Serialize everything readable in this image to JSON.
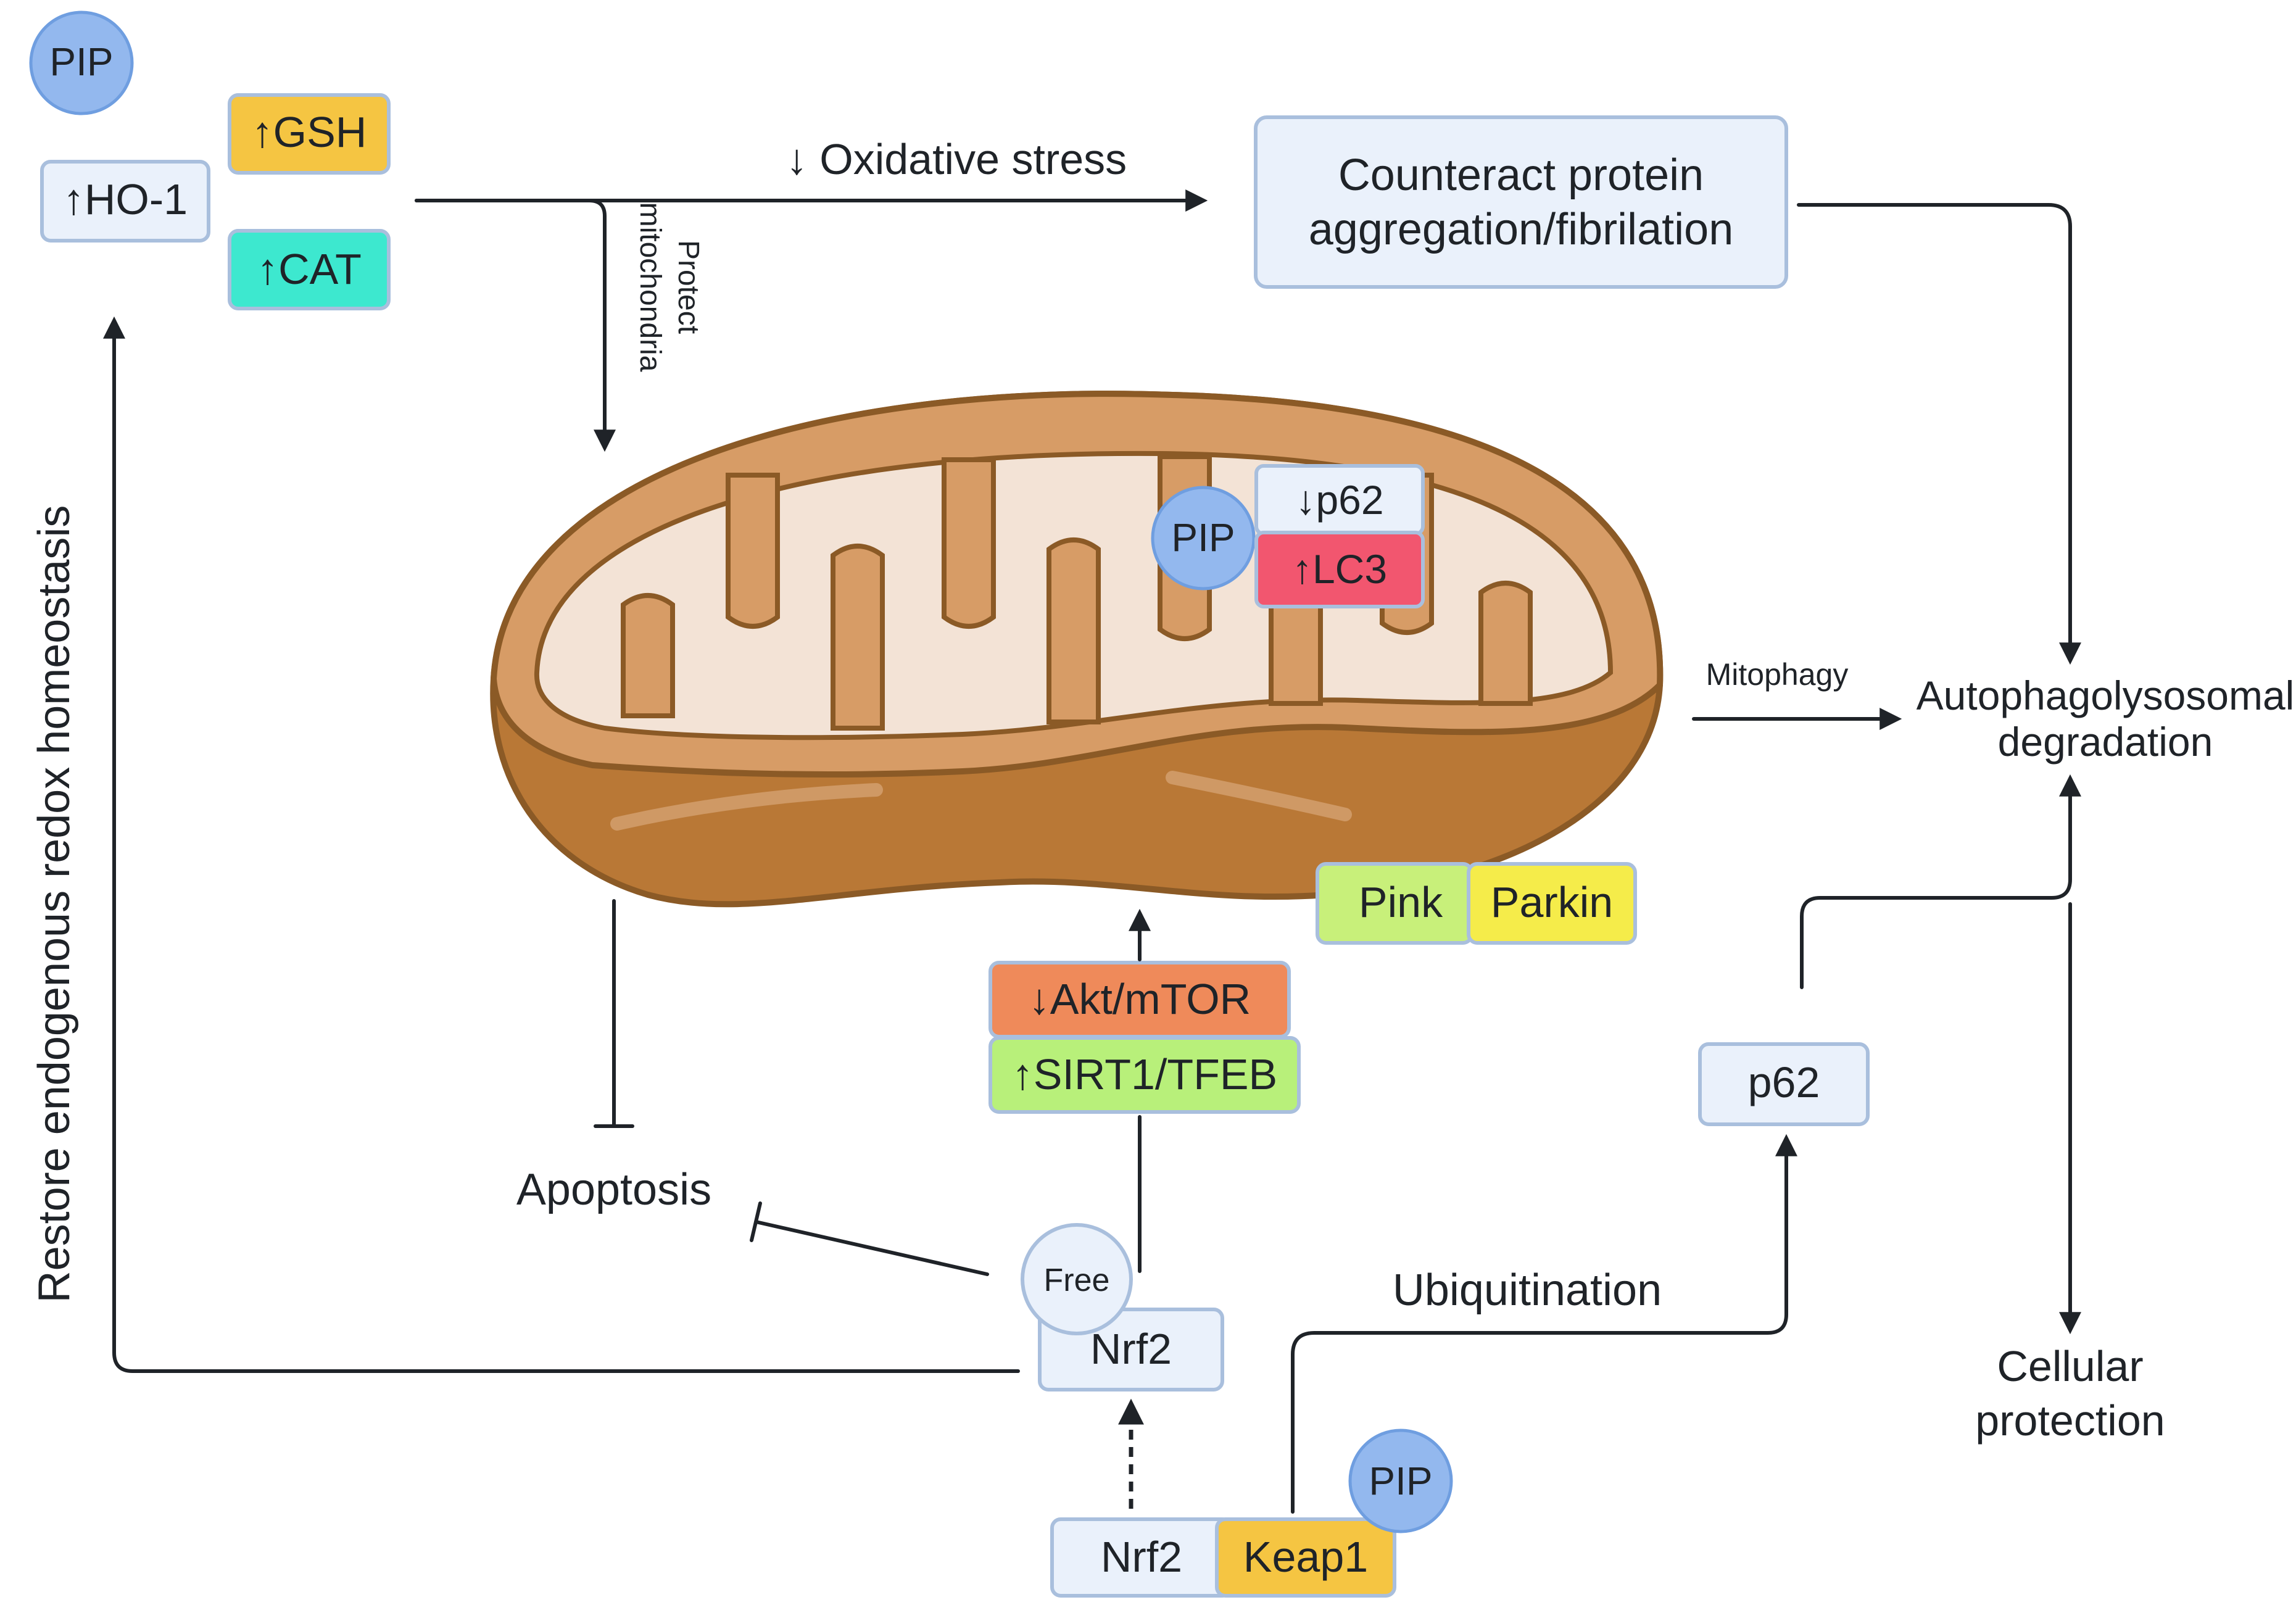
{
  "labels": {
    "pip": "PIP",
    "up_gsh": "↑GSH",
    "up_ho1": "↑HO-1",
    "up_cat": "↑CAT",
    "oxidative_stress": "↓ Oxidative stress",
    "counteract_line1": "Counteract protein",
    "counteract_line2": "aggregation/fibrilation",
    "protect_line1": "Protect",
    "protect_line2": "mitochondria",
    "restore_redox": "Restore endogenous redox homeostasis",
    "down_p62": "↓p62",
    "up_lc3": "↑LC3",
    "mitophagy": "Mitophagy",
    "autophago_line1": "Autophagolysosomal",
    "autophago_line2": "degradation",
    "pink": "Pink",
    "parkin": "Parkin",
    "down_akt_mtor": "↓Akt/mTOR",
    "up_sirt1_tfeb": "↑SIRT1/TFEB",
    "p62": "p62",
    "apoptosis": "Apoptosis",
    "free": "Free",
    "nrf2": "Nrf2",
    "ubiquitination": "Ubiquitination",
    "cellular_line1": "Cellular",
    "cellular_line2": "protection",
    "keap1": "Keap1"
  },
  "colors": {
    "gsh": "#f5c542",
    "cat": "#3de8cf",
    "lc3": "#f2566f",
    "akt": "#ef8a5a",
    "sirt": "#b8f07a",
    "pink": "#c8f07a",
    "parkin": "#f5ec4a",
    "keap1": "#f5c542",
    "pip": "#93b8ee",
    "mito_outer": "#d79c66",
    "mito_inner": "#f3e3d6",
    "mito_bottom": "#b97836"
  }
}
